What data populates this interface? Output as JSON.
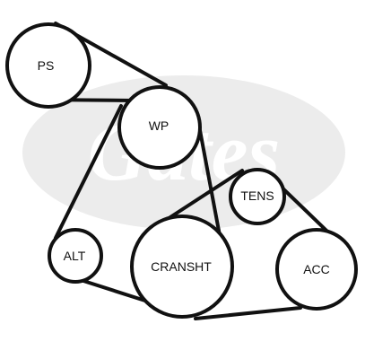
{
  "diagram": {
    "watermark": {
      "text": "Gates",
      "fill_color": "#ececec"
    },
    "line_color": "#111111",
    "pulleys": {
      "ps": {
        "label": "PS"
      },
      "wp": {
        "label": "WP"
      },
      "alt": {
        "label": "ALT"
      },
      "cransht": {
        "label": "CRANSHT"
      },
      "tens": {
        "label": "TENS"
      },
      "acc": {
        "label": "ACC"
      }
    }
  }
}
